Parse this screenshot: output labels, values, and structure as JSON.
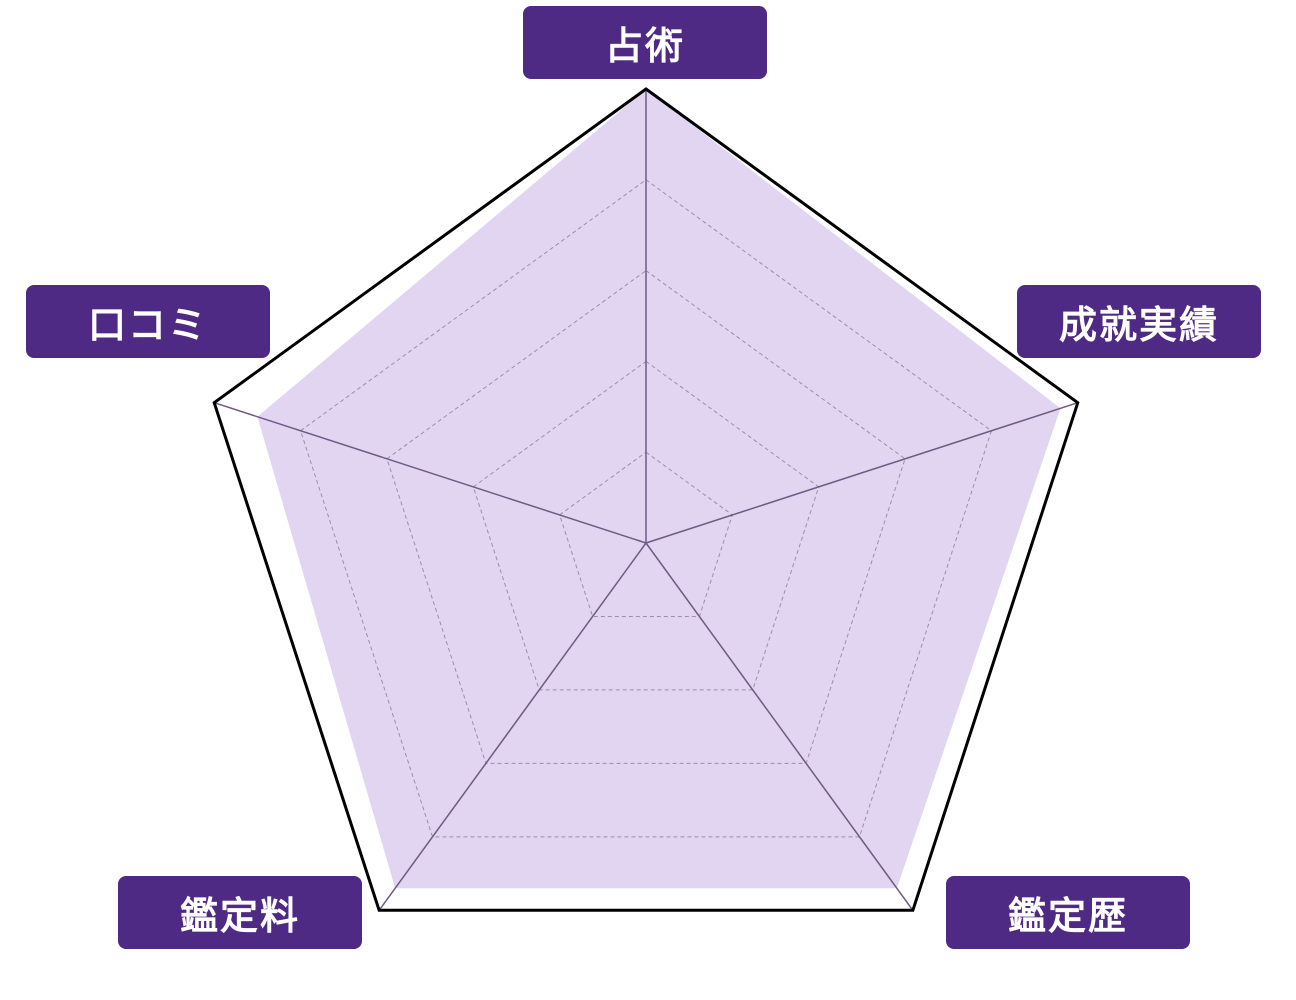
{
  "chart_data": {
    "type": "radar",
    "categories": [
      "占術",
      "成就実績",
      "鑑定歴",
      "鑑定料",
      "口コミ"
    ],
    "values": [
      5,
      4.8,
      4.7,
      4.7,
      4.5
    ],
    "rlim": [
      0,
      5
    ],
    "grid_levels": 5,
    "grid": true,
    "colors": {
      "fill": "#e1d5f1",
      "label_bg": "#4f2a84",
      "outline": "#000000",
      "spoke": "#6e5a82",
      "grid": "#9b8fa8"
    }
  }
}
